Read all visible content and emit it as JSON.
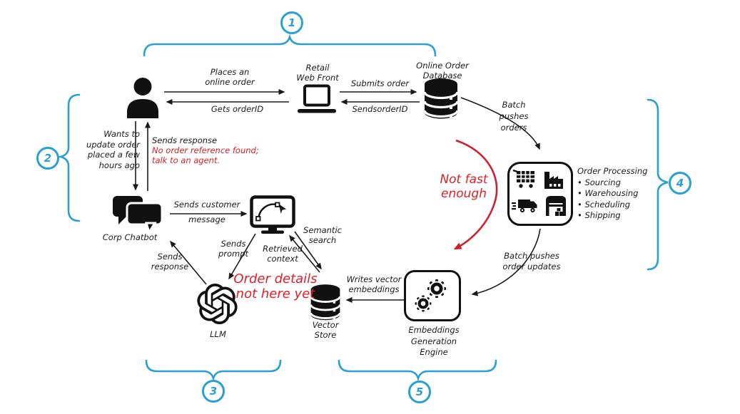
{
  "colors": {
    "accent": "#2a9fd4",
    "alert": "#d81e22",
    "ink": "#111111"
  },
  "badges": {
    "one": "1",
    "two": "2",
    "three": "3",
    "four": "4",
    "five": "5"
  },
  "nodes": {
    "retail_web_front": {
      "line1": "Retail",
      "line2": "Web Front"
    },
    "online_order_db": {
      "line1": "Online Order",
      "line2": "Database"
    },
    "corp_chatbot": {
      "label": "Corp Chatbot"
    },
    "llm": {
      "label": "LLM"
    },
    "vector_store": {
      "line1": "Vector",
      "line2": "Store"
    },
    "embeddings_engine": {
      "line1": "Embeddings",
      "line2": "Generation",
      "line3": "Engine"
    },
    "order_processing": {
      "title": "Order Processing",
      "bullets": [
        "• Sourcing",
        "• Warehousing",
        "• Scheduling",
        "• Shipping"
      ]
    }
  },
  "edges": {
    "places_order": {
      "line1": "Places an",
      "line2": "online order"
    },
    "gets_orderid": {
      "label": "Gets orderID"
    },
    "submits_order": {
      "label": "Submits order"
    },
    "sends_orderid": {
      "label": "SendsorderID"
    },
    "wants_update": {
      "line1": "Wants to",
      "line2": "update order",
      "line3": "placed a few",
      "line4": "hours ago"
    },
    "sends_response_user": {
      "label": "Sends response",
      "alert1": "No order reference found;",
      "alert2": "talk to an agent."
    },
    "sends_customer_message": {
      "line1": "Sends customer",
      "line2": "message"
    },
    "sends_response_chatbot": {
      "line1": "Sends",
      "line2": "response"
    },
    "sends_prompt": {
      "line1": "Sends",
      "line2": "prompt"
    },
    "retrieved_context": {
      "line1": "Retrieved",
      "line2": "context"
    },
    "semantic_search": {
      "line1": "Semantic",
      "line2": "search"
    },
    "writes_vector": {
      "line1": "Writes vector",
      "line2": "embeddings"
    },
    "batch_pushes_orders": {
      "line1": "Batch",
      "line2": "pushes",
      "line3": "orders"
    },
    "batch_pushes_updates": {
      "line1": "Batch pushes",
      "line2": "order updates"
    }
  },
  "annotations": {
    "not_fast": {
      "line1": "Not fast",
      "line2": "enough"
    },
    "order_details": {
      "line1": "Order details",
      "line2": "not here yet"
    }
  }
}
